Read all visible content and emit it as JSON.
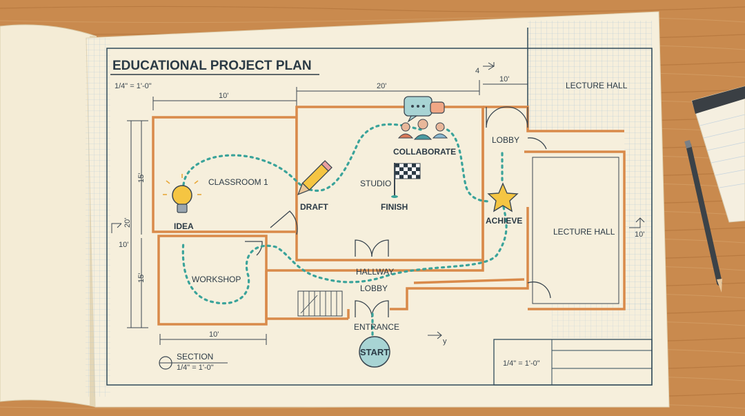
{
  "plan": {
    "title": "EDUCATIONAL PROJECT PLAN",
    "scale": "1/4\" = 1'-0\"",
    "title_block_scale": "1/4\" = 1'-0\"",
    "section_label": "SECTION",
    "section_scale": "1/4\" = 1'-0\""
  },
  "rooms": {
    "classroom": "CLASSROOM 1",
    "studio": "STUDIO",
    "workshop": "WORKSHOP",
    "lobby_top": "LOBBY",
    "hallway": "HALLWAY",
    "lobby_bottom": "LOBBY",
    "lecture_hall_top": "LECTURE HALL",
    "lecture_hall": "LECTURE HALL",
    "entrance": "ENTRANCE"
  },
  "milestones": {
    "idea": "IDEA",
    "draft": "DRAFT",
    "collaborate": "COLLABORATE",
    "finish": "FINISH",
    "achieve": "ACHIEVE",
    "start": "START"
  },
  "dimensions": {
    "top_left": "10'",
    "top_right": "20'",
    "top_corner": "10'",
    "corner_marker": "4",
    "left_upper": "15'",
    "left_lower": "15'",
    "left_total": "20'",
    "left_marker": "10'",
    "bottom": "10'",
    "right_marker": "10'",
    "bottom_marker": "y"
  },
  "colors": {
    "desk": "#c98a4e",
    "paper": "#f6efdc",
    "wall": "#d98a4a",
    "path": "#3aa39a",
    "ink": "#2b3a45"
  }
}
